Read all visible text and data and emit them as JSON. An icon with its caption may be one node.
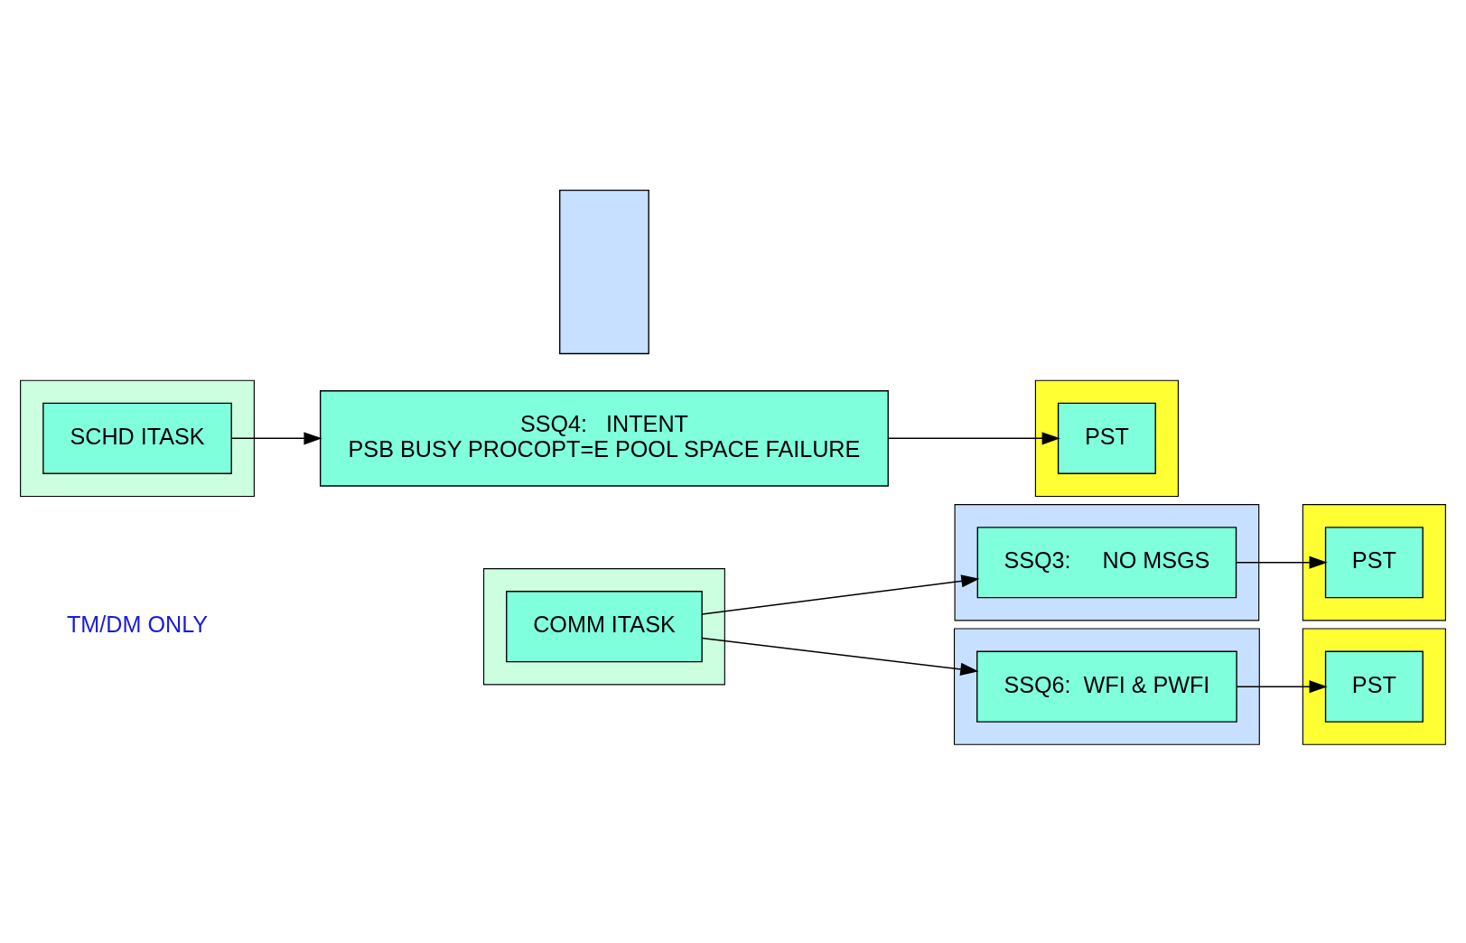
{
  "diagram": {
    "nodes": [
      {
        "text": [],
        "shape": "box"
      },
      {
        "text": [
          "SCHD ITASK"
        ],
        "in": 0
      },
      {
        "text": [],
        "shape": "box"
      },
      {
        "text": [
          "SSQ4:   INTENT",
          "PSB BUSY PROCOPT=E POOL SPACE FAILURE"
        ]
      },
      {
        "text": [],
        "shape": "box"
      },
      {
        "text": [
          "PST"
        ],
        "in": 4
      },
      {
        "text": [],
        "shape": "box"
      },
      {
        "text": [
          "COMM ITASK"
        ],
        "in": 6
      },
      {
        "text": [],
        "shape": "box"
      },
      {
        "text": [
          "SSQ3:     NO MSGS"
        ],
        "in": 8
      },
      {
        "text": [],
        "shape": "box"
      },
      {
        "text": [
          "PST"
        ],
        "in": 10
      },
      {
        "text": [],
        "shape": "box"
      },
      {
        "text": [
          "SSQ6:  WFI & PWFI"
        ],
        "in": 12
      },
      {
        "text": [],
        "shape": "box"
      },
      {
        "text": [
          "PST"
        ],
        "in": 14
      }
    ],
    "edges": [
      {
        "from": 1,
        "to": 3,
        "arrow": "to"
      },
      {
        "from": 3,
        "to": 5,
        "arrow": "to"
      },
      {
        "from": 7,
        "to": 9,
        "arrow": "to"
      },
      {
        "from": 7,
        "to": 13,
        "arrow": "to"
      },
      {
        "from": 9,
        "to": 11,
        "arrow": "to"
      },
      {
        "from": 13,
        "to": 15,
        "arrow": "to"
      }
    ],
    "labels": [
      "TM/DM ONLY"
    ]
  }
}
